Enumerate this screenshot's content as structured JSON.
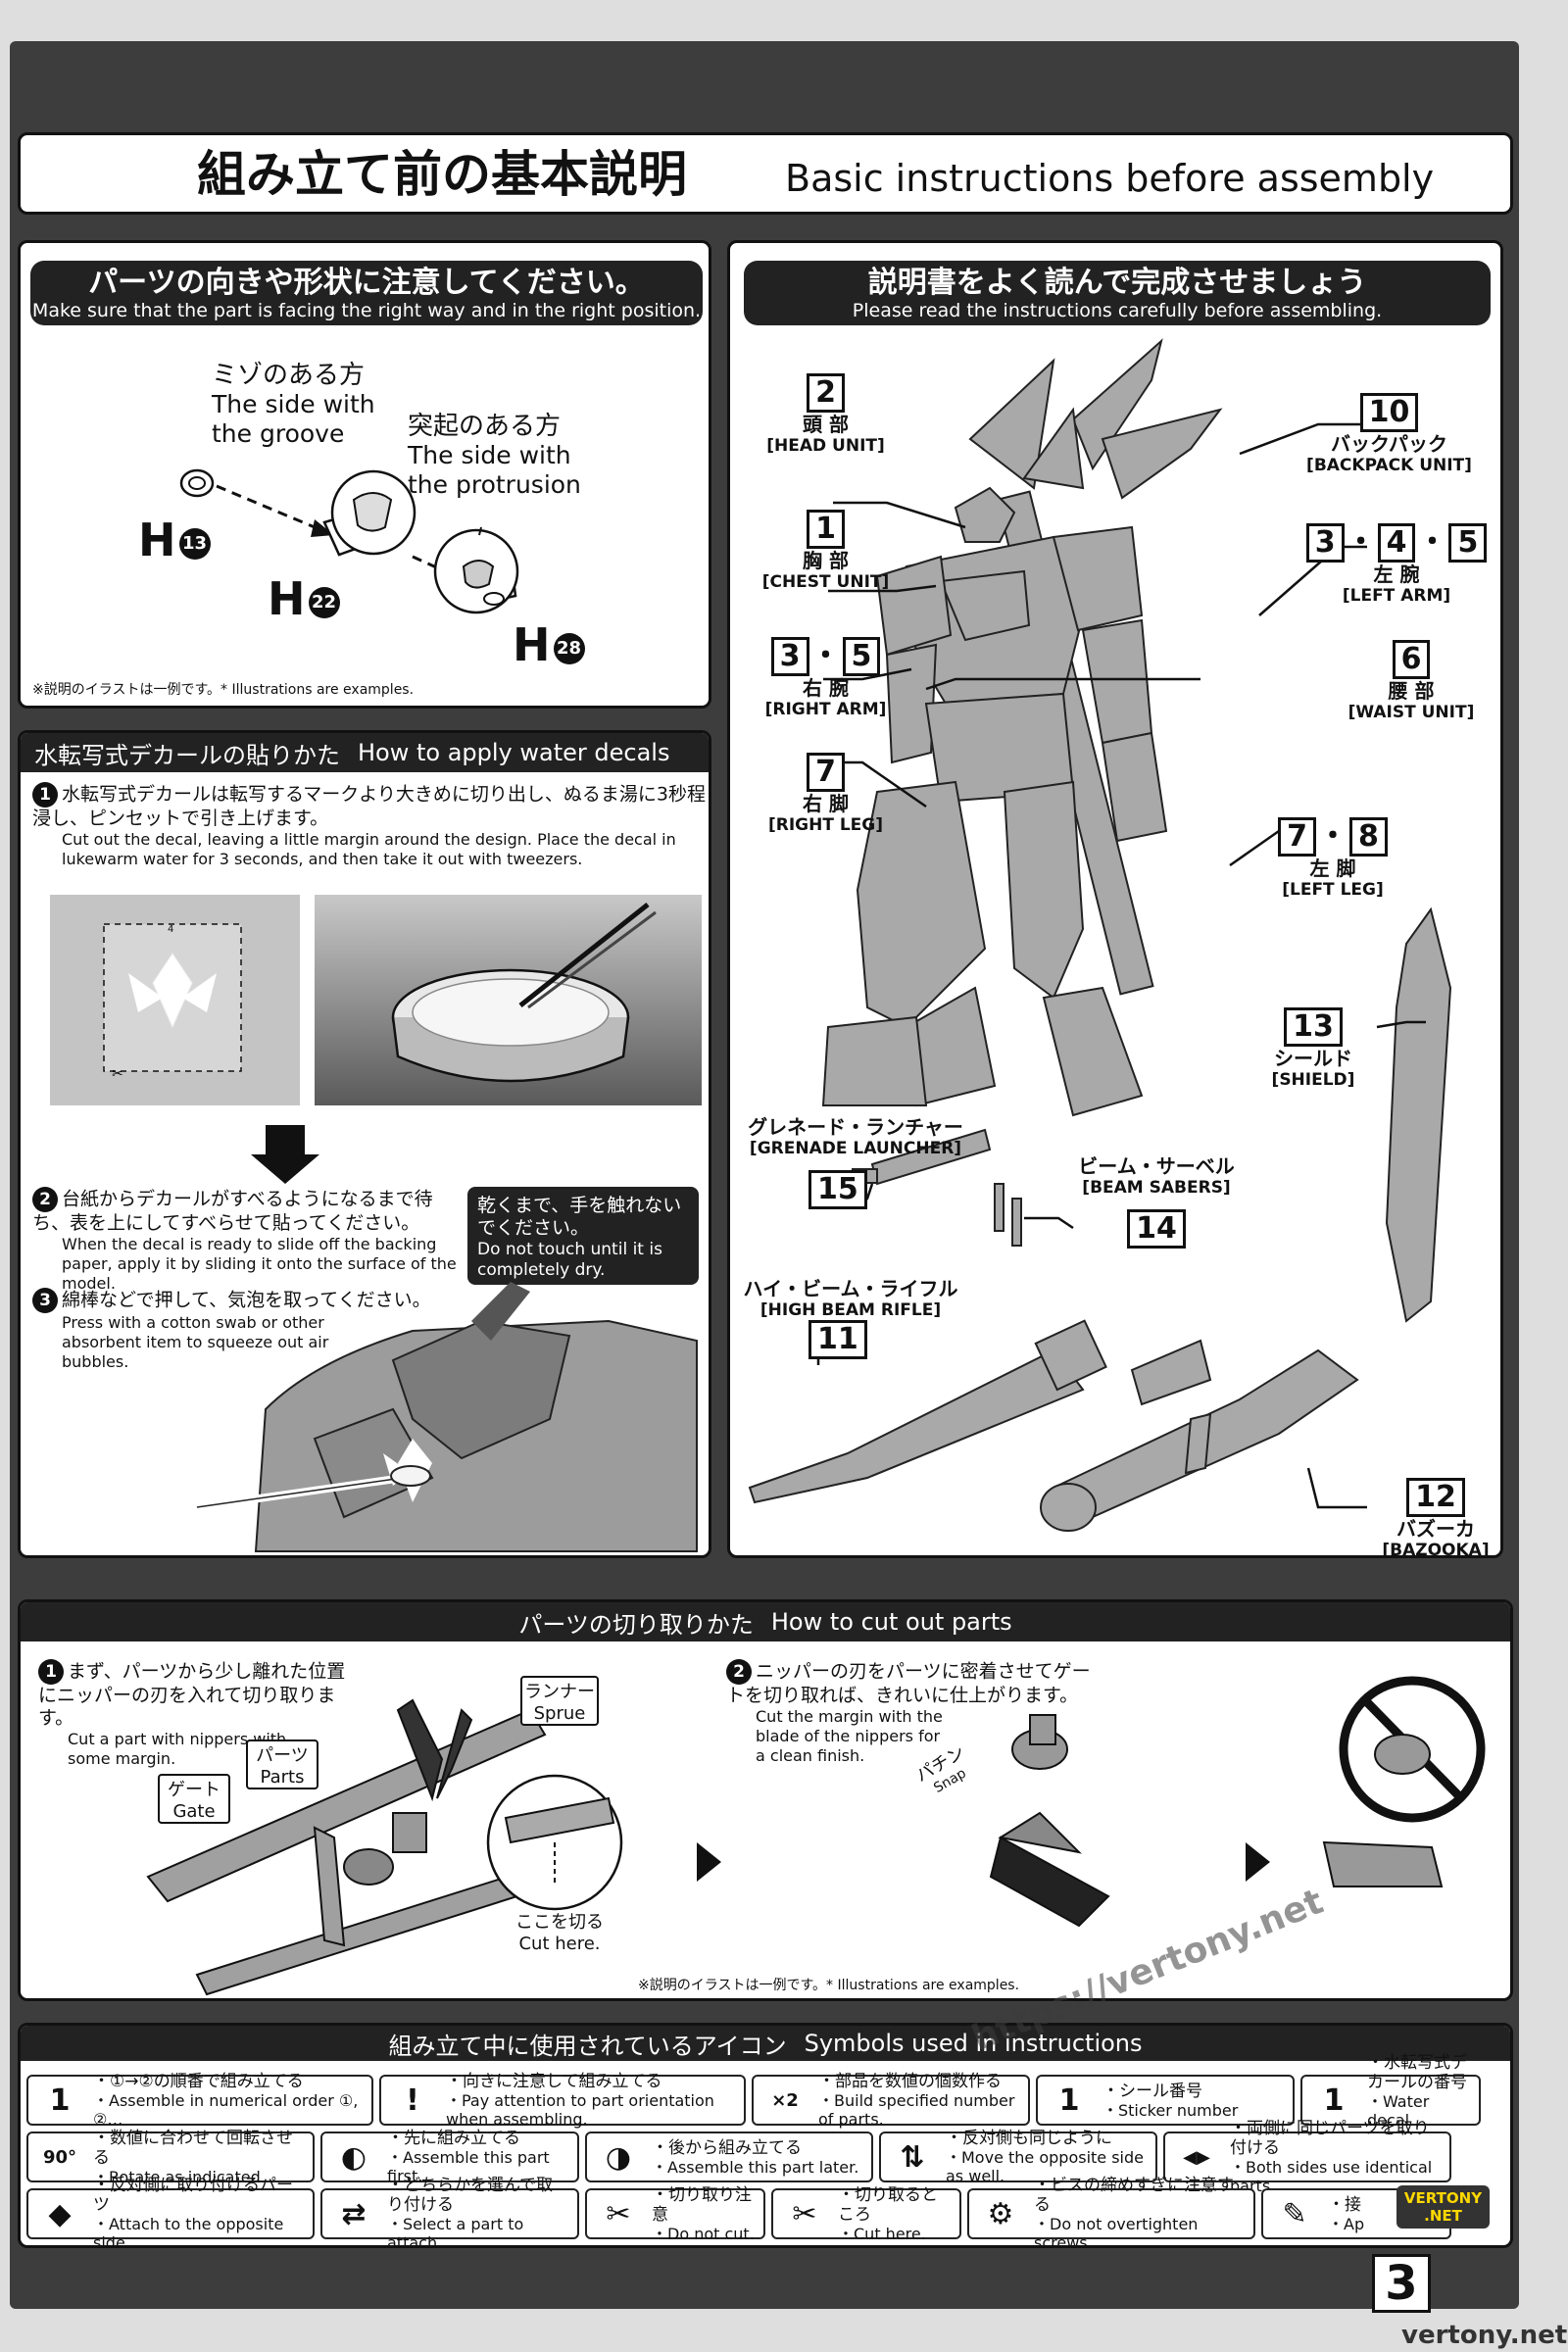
{
  "title": {
    "jp": "組み立て前の基本説明",
    "en": "Basic instructions before assembly"
  },
  "orientation": {
    "jp": "パーツの向きや形状に注意してください。",
    "en": "Make sure that the part is facing the right way and in the right position.",
    "groove_jp": "ミゾのある方",
    "groove_en1": "The side with",
    "groove_en2": "the groove",
    "prot_jp": "突起のある方",
    "prot_en1": "The side with",
    "prot_en2": "the protrusion",
    "part_a": "H",
    "part_a_num": "13",
    "part_b": "H",
    "part_b_num": "22",
    "part_c": "H",
    "part_c_num": "28",
    "note": "※説明のイラストは一例です。* Illustrations are examples."
  },
  "decals": {
    "head_jp": "水転写式デカールの貼りかた",
    "head_en": "How to apply water decals",
    "s1_num": "1",
    "s1_jp": "水転写式デカールは転写するマークより大きめに切り出し、ぬるま湯に3秒程浸し、ピンセットで引き上げます。",
    "s1_en": "Cut out the decal, leaving a little margin around the design. Place the decal in lukewarm water for 3 seconds, and then take it out with tweezers.",
    "decal_tag": "4",
    "s2_num": "2",
    "s2_jp": "台紙からデカールがすべるようになるまで待ち、表を上にしてすべらせて貼ってください。",
    "s2_en": "When the decal is ready to slide off the backing paper, apply it by sliding it onto the surface of the model.",
    "warn_jp": "乾くまで、手を触れないでください。",
    "warn_en": "Do not touch until it is completely dry.",
    "s3_num": "3",
    "s3_jp": "綿棒などで押して、気泡を取ってください。",
    "s3_en": "Press with a cotton swab or other absorbent item to squeeze out air bubbles."
  },
  "manual": {
    "jp": "説明書をよく読んで完成させましょう",
    "en": "Please read the instructions carefully before assembling.",
    "labels": [
      {
        "nums": [
          "2"
        ],
        "jp": "頭 部",
        "en": "[HEAD UNIT]"
      },
      {
        "nums": [
          "1"
        ],
        "jp": "胸 部",
        "en": "[CHEST UNIT]"
      },
      {
        "nums": [
          "3",
          "5"
        ],
        "jp": "右 腕",
        "en": "[RIGHT ARM]"
      },
      {
        "nums": [
          "7"
        ],
        "jp": "右 脚",
        "en": "[RIGHT LEG]"
      },
      {
        "nums": [
          "10"
        ],
        "jp": "バックパック",
        "en": "[BACKPACK UNIT]"
      },
      {
        "nums": [
          "3",
          "4",
          "5"
        ],
        "jp": "左 腕",
        "en": "[LEFT ARM]"
      },
      {
        "nums": [
          "6"
        ],
        "jp": "腰 部",
        "en": "[WAIST UNIT]"
      },
      {
        "nums": [
          "7",
          "8"
        ],
        "jp": "左 脚",
        "en": "[LEFT LEG]"
      },
      {
        "nums": [
          "13"
        ],
        "jp": "シールド",
        "en": "[SHIELD]"
      },
      {
        "nums": [
          "15"
        ],
        "jp": "グレネード・ランチャー",
        "en": "[GRENADE LAUNCHER]"
      },
      {
        "nums": [
          "14"
        ],
        "jp": "ビーム・サーベル",
        "en": "[BEAM SABERS]"
      },
      {
        "nums": [
          "11"
        ],
        "jp": "ハイ・ビーム・ライフル",
        "en": "[HIGH BEAM RIFLE]"
      },
      {
        "nums": [
          "12"
        ],
        "jp": "バズーカ",
        "en": "[BAZOOKA]"
      }
    ]
  },
  "cutting": {
    "head_jp": "パーツの切り取りかた",
    "head_en": "How to cut out parts",
    "s1_num": "1",
    "s1_jp": "まず、パーツから少し離れた位置にニッパーの刃を入れて切り取ります。",
    "s1_en": "Cut a part with nippers with some margin.",
    "runner_jp": "ランナー",
    "runner_en": "Sprue",
    "parts_jp": "パーツ",
    "parts_en": "Parts",
    "gate_jp": "ゲート",
    "gate_en": "Gate",
    "cut_jp": "ここを切る",
    "cut_en": "Cut here.",
    "s2_num": "2",
    "s2_jp": "ニッパーの刃をパーツに密着させてゲートを切り取れば、きれいに仕上がります。",
    "s2_en": "Cut the margin with the blade of the nippers for a clean finish.",
    "snap_jp": "パチン",
    "snap_en": "Snap",
    "note": "※説明のイラストは一例です。* Illustrations are examples."
  },
  "symbols": {
    "head_jp": "組み立て中に使用されているアイコン",
    "head_en": "Symbols used in instructions",
    "items": [
      {
        "icon": "step-order-icon",
        "glyph": "1",
        "jp": "・①→②の順番で組み立てる",
        "en": "・Assemble in numerical order ①, ②…"
      },
      {
        "icon": "attention-icon",
        "glyph": "!",
        "jp": "・向きに注意して組み立てる",
        "en": "・Pay attention to part orientation when assembling."
      },
      {
        "icon": "quantity-icon",
        "glyph": "×2",
        "jp": "・部品を数値の個数作る",
        "en": "・Build specified number of parts."
      },
      {
        "icon": "sticker-icon",
        "glyph": "1",
        "jp": "・シール番号",
        "en": "・Sticker number"
      },
      {
        "icon": "water-decal-icon",
        "glyph": "1",
        "jp": "・水転写式デカールの番号",
        "en": "・Water decal number"
      },
      {
        "icon": "rotate-icon",
        "glyph": "90°",
        "jp": "・数値に合わせて回転させる",
        "en": "・Rotate as indicated."
      },
      {
        "icon": "first-icon",
        "glyph": "◐",
        "jp": "・先に組み立てる",
        "en": "・Assemble this part first."
      },
      {
        "icon": "later-icon",
        "glyph": "◑",
        "jp": "・後から組み立てる",
        "en": "・Assemble this part later."
      },
      {
        "icon": "opposite-side-icon",
        "glyph": "⇅",
        "jp": "・反対側も同じように",
        "en": "・Move the opposite side as well."
      },
      {
        "icon": "both-sides-icon",
        "glyph": "◀▶",
        "jp": "・両側に同じパーツを取り付ける",
        "en": "・Both sides use identical parts."
      },
      {
        "icon": "attach-opposite-icon",
        "glyph": "◆",
        "jp": "・反対側に取り付けるパーツ",
        "en": "・Attach to the opposite side."
      },
      {
        "icon": "select-part-icon",
        "glyph": "⇄",
        "jp": "・どちらかを選んで取り付ける",
        "en": "・Select a part to attach."
      },
      {
        "icon": "do-not-cut-icon",
        "glyph": "✂",
        "jp": "・切り取り注意",
        "en": "・Do not cut."
      },
      {
        "icon": "cut-here-icon",
        "glyph": "✂",
        "jp": "・切り取るところ",
        "en": "・Cut here."
      },
      {
        "icon": "screw-icon",
        "glyph": "⚙",
        "jp": "・ビスの締めすぎに注意する",
        "en": "・Do not overtighten screws."
      },
      {
        "icon": "glue-icon",
        "glyph": "✎",
        "jp": "・接",
        "en": "・Ap"
      }
    ]
  },
  "page_number": "3",
  "watermark1": "https://vertony.net",
  "watermark2": "VERTONY .NET",
  "footer_url": "vertony.net"
}
